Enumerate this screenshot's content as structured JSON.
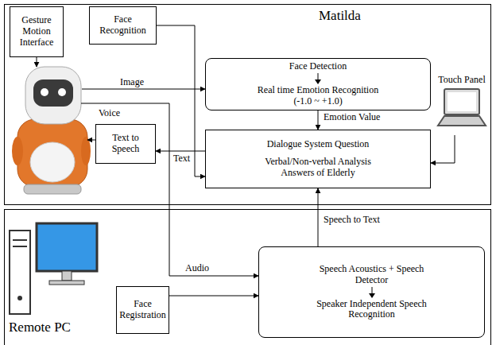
{
  "diagram": {
    "nodes": [
      {
        "text": [
          "Matilda"
        ]
      },
      {
        "text": [
          "Gesture Motion Interface"
        ],
        "in": 0
      },
      {
        "text": [
          "Face Recognition"
        ],
        "in": 0
      },
      {
        "text": [
          "Face Detection",
          "Real time Emotion Recognition (-1.0 ~ +1.0)"
        ],
        "in": 0
      },
      {
        "text": [
          "Touch Panel"
        ],
        "in": 0
      },
      {
        "text": [
          "Text to Speech"
        ],
        "in": 0
      },
      {
        "text": [
          "Dialogue System Question",
          "Verbal/Non-verbal Analysis Answers of Elderly"
        ],
        "in": 0
      },
      {
        "text": [
          "Remote PC"
        ]
      },
      {
        "text": [
          "Face Registration"
        ],
        "in": 7
      },
      {
        "text": [
          "Speech Acoustics + Speech Detector",
          "Speaker Independent Speech Recognition"
        ],
        "in": 7
      }
    ],
    "edges": [
      {
        "from": 3,
        "to": 6,
        "label": "Emotion Value",
        "arrow": "to"
      },
      {
        "from": 2,
        "to": 6,
        "arrow": "to"
      },
      {
        "from": 6,
        "to": 5,
        "label": "Text",
        "arrow": "to"
      },
      {
        "from": 4,
        "to": 6,
        "arrow": "to"
      },
      {
        "from": 9,
        "to": 6,
        "label": "Speech to Text",
        "arrow": "to"
      },
      {
        "from": 8,
        "to": 9,
        "arrow": "to"
      }
    ],
    "labels": [
      "Image",
      "Voice",
      "Audio"
    ]
  }
}
